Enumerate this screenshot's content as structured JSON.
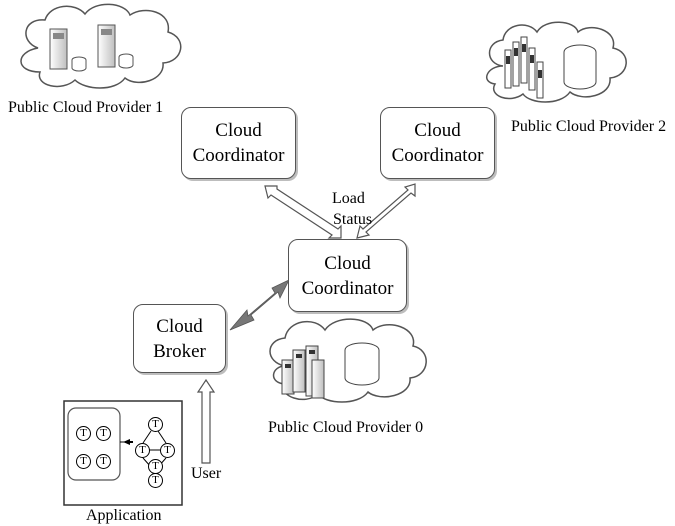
{
  "providers": {
    "p1": "Public Cloud Provider 1",
    "p2": "Public Cloud Provider 2",
    "p0": "Public Cloud Provider 0"
  },
  "coordinators": {
    "left": {
      "line1": "Cloud",
      "line2": "Coordinator"
    },
    "right": {
      "line1": "Cloud",
      "line2": "Coordinator"
    },
    "center": {
      "line1": "Cloud",
      "line2": "Coordinator"
    }
  },
  "broker": {
    "line1": "Cloud",
    "line2": "Broker"
  },
  "load_status": {
    "line1": "Load",
    "line2": "Status"
  },
  "user_label": "User",
  "application_label": "Application",
  "task_symbol": "T"
}
